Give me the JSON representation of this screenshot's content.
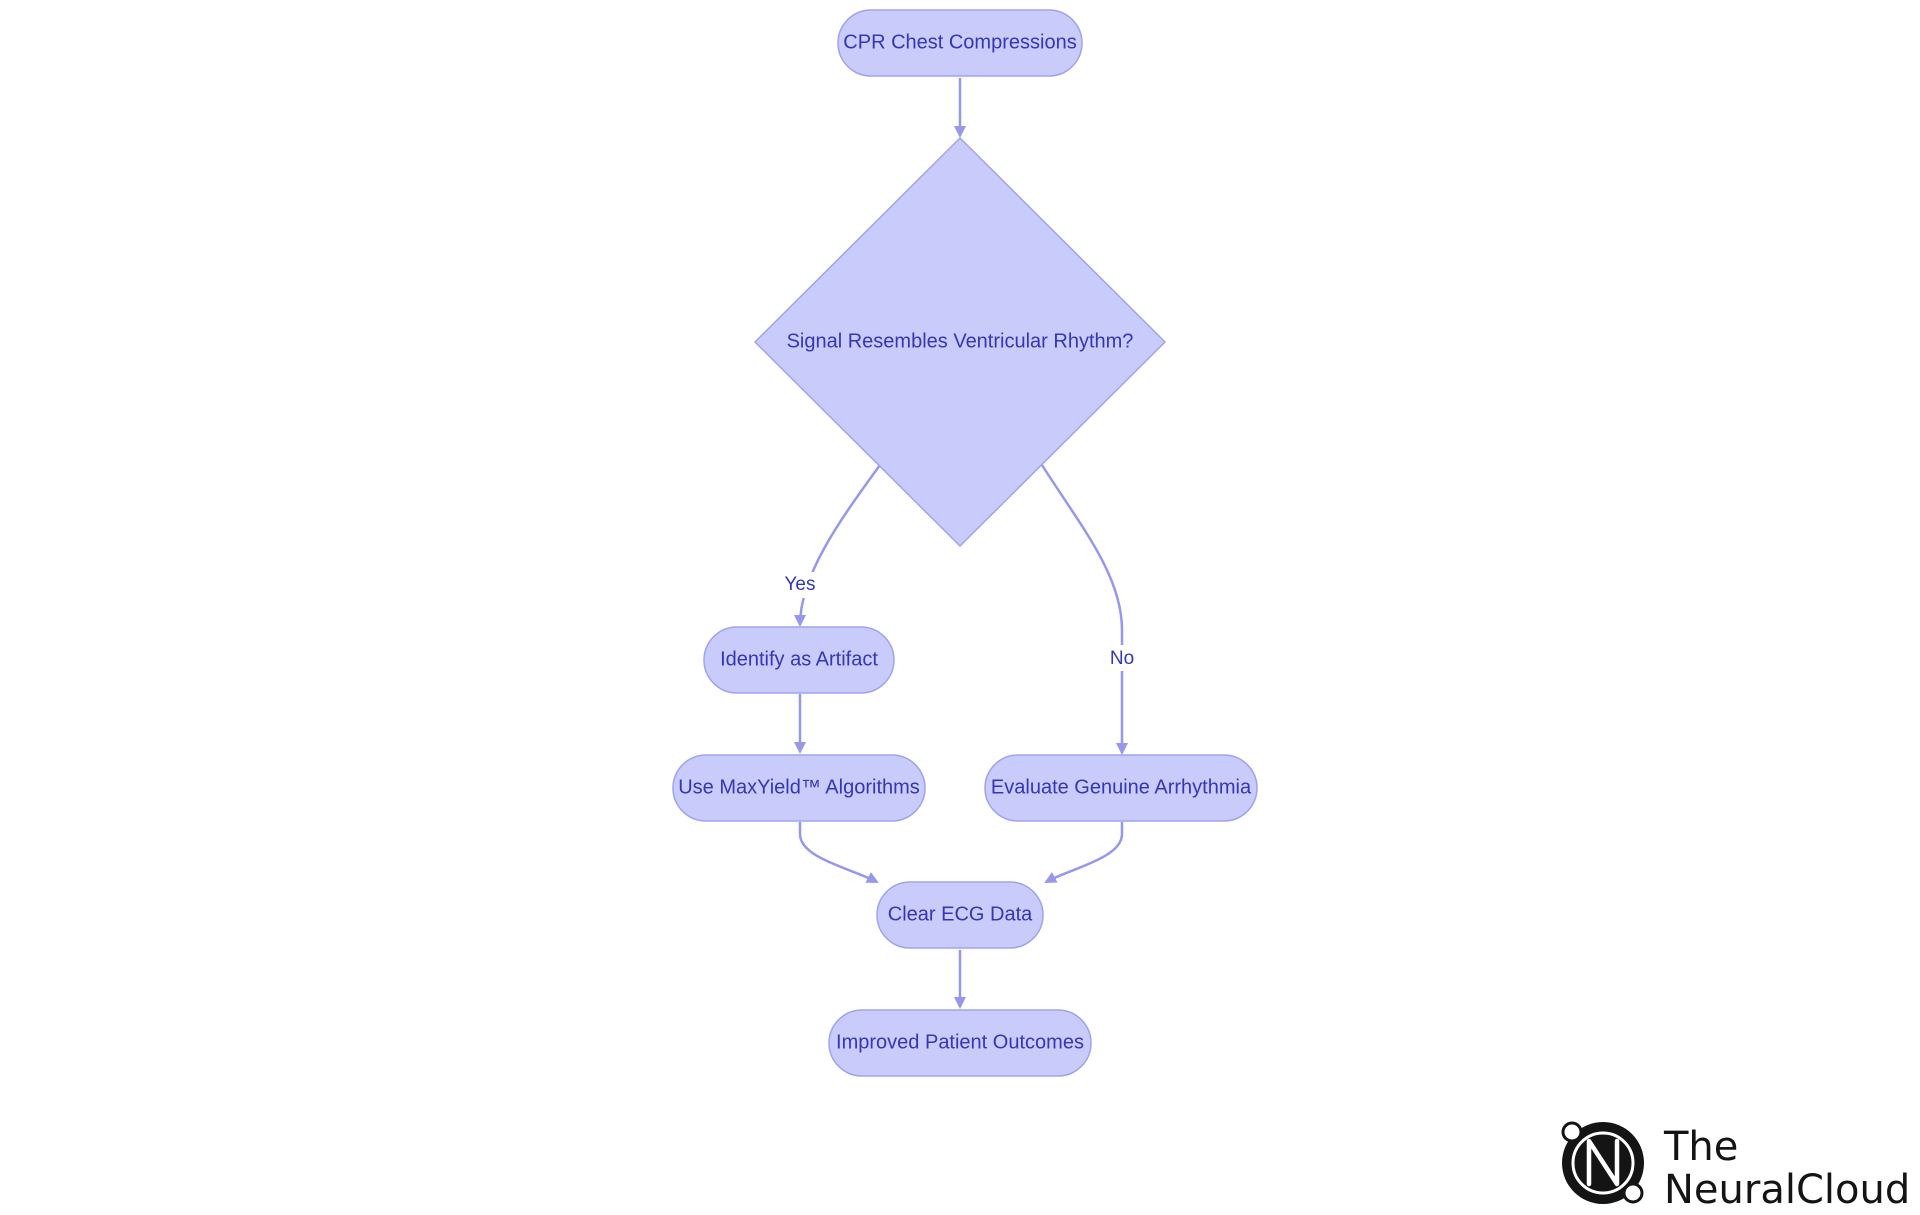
{
  "diagram": {
    "nodes": {
      "cpr": "CPR Chest Compressions",
      "decision": "Signal Resembles Ventricular Rhythm?",
      "artifact": "Identify as Artifact",
      "maxyield": "Use MaxYield™ Algorithms",
      "evaluate": "Evaluate Genuine Arrhythmia",
      "clear": "Clear ECG Data",
      "outcomes": "Improved Patient Outcomes"
    },
    "edge_labels": {
      "yes": "Yes",
      "no": "No"
    }
  },
  "logo": {
    "mark_letter": "N",
    "line1": "The",
    "line2": "NeuralCloud"
  },
  "colors": {
    "node_fill": "#c9cbfb",
    "node_stroke": "#9fa3ef",
    "node_text": "#3437b4",
    "edge": "#9598ec",
    "logo": "#141414"
  }
}
